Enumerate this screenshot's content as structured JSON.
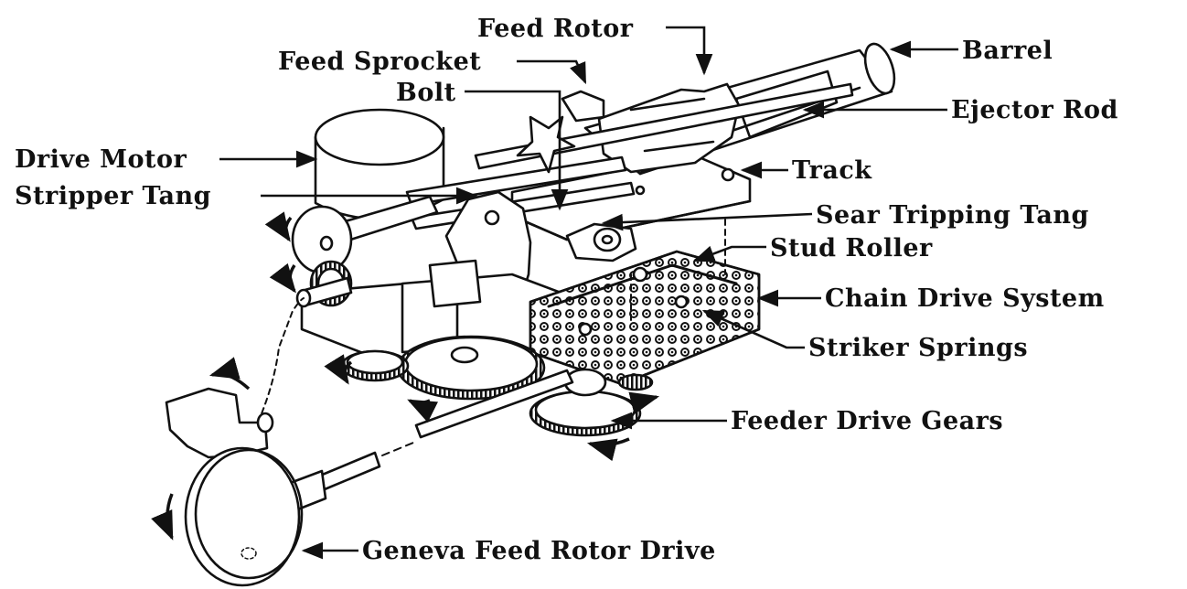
{
  "colors": {
    "ink": "#111111",
    "paper": "#ffffff",
    "shade": "#8a8a8a"
  },
  "labels": {
    "feed_rotor": "Feed Rotor",
    "feed_sprocket": "Feed Sprocket",
    "bolt": "Bolt",
    "barrel": "Barrel",
    "ejector_rod": "Ejector Rod",
    "drive_motor": "Drive Motor",
    "stripper_tang": "Stripper Tang",
    "track": "Track",
    "sear_tripping_tang": "Sear Tripping Tang",
    "stud_roller": "Stud Roller",
    "chain_drive_system": "Chain Drive System",
    "striker_springs": "Striker Springs",
    "feeder_drive_gears": "Feeder Drive Gears",
    "geneva_feed_rotor_drive": "Geneva Feed Rotor Drive"
  }
}
